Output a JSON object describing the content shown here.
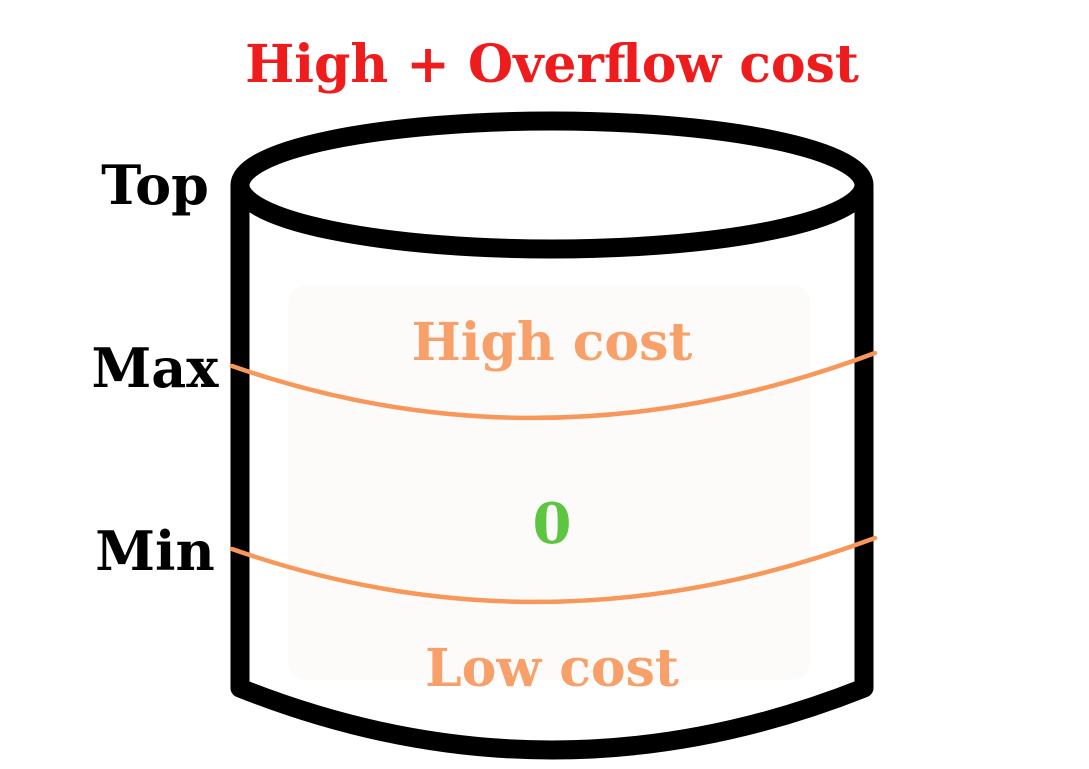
{
  "title": "High + Overflow cost",
  "levels": {
    "top": "Top",
    "max": "Max",
    "min": "Min"
  },
  "zones": {
    "high": "High cost",
    "optimal": "0",
    "low": "Low cost"
  },
  "colors": {
    "title": "#ee1c1c",
    "zone_cost": "#f7a06a",
    "zone_optimal": "#5ec541",
    "level_line": "#f7985a",
    "outline": "#000000",
    "inner_fill": "#fcfbf9"
  }
}
